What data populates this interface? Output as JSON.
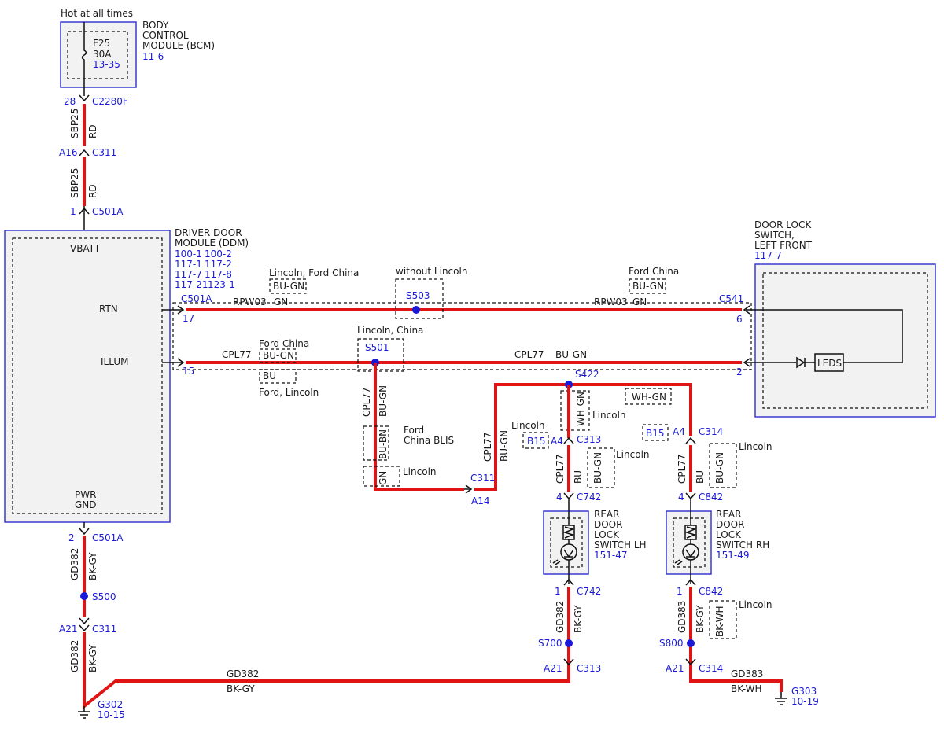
{
  "bcm": {
    "hot": "Hot at all times",
    "title": [
      "BODY",
      "CONTROL",
      "MODULE (BCM)"
    ],
    "ref": "11-6",
    "fuse": "F25",
    "amp": "30A",
    "fuse_ref": "13-35"
  },
  "ddm": {
    "title": [
      "DRIVER DOOR",
      "MODULE (DDM)"
    ],
    "refs": [
      "100-1",
      "100-2",
      "117-1",
      "117-2",
      "117-7",
      "117-8",
      "117-21",
      "123-1"
    ],
    "pins": {
      "vbatt": "VBATT",
      "rtn": "RTN",
      "illum": "ILLUM",
      "pwr": "PWR",
      "gnd": "GND"
    }
  },
  "dls": {
    "title": [
      "DOOR LOCK",
      "SWITCH,",
      "LEFT FRONT"
    ],
    "ref": "117-7",
    "leds": "LEDS"
  },
  "rdl_lh": {
    "title": [
      "REAR",
      "DOOR",
      "LOCK",
      "SWITCH LH"
    ],
    "ref": "151-47"
  },
  "rdl_rh": {
    "title": [
      "REAR",
      "DOOR",
      "LOCK",
      "SWITCH RH"
    ],
    "ref": "151-49"
  },
  "conn": {
    "c2280f_pin": "28",
    "c2280f": "C2280F",
    "c311_pin": "A16",
    "c311": "C311",
    "c501a_top_pin": "1",
    "c501a": "C501A",
    "rtn_pin": "17",
    "illum_pin": "15",
    "c541": "C541",
    "c541_pin6": "6",
    "c541_pin2": "2",
    "gnd_pin": "2",
    "s500": "S500",
    "c311_low_pin": "A21",
    "g302": "G302",
    "g302_ref": "10-15",
    "s503": "S503",
    "s501": "S501",
    "s422": "S422",
    "c311_mid": "C311",
    "a14": "A14",
    "a4": "A4",
    "c313": "C313",
    "c314": "C314",
    "b15": "B15",
    "pin4": "4",
    "c742": "C742",
    "c842": "C842",
    "pin1": "1",
    "s700": "S700",
    "s800": "S800",
    "a21": "A21",
    "g303": "G303",
    "g303_ref": "10-19"
  },
  "wires": {
    "sbp25": "SBP25",
    "rd": "RD",
    "rpw03": "RPW03",
    "gn": "GN",
    "bu_gn": "BU-GN",
    "cpl77": "CPL77",
    "bu": "BU",
    "wh_gn": "WH-GN",
    "bu_bn": "BU-BN",
    "gd382": "GD382",
    "bk_gy": "BK-GY",
    "gd383": "GD383",
    "bk_wh": "BK-WH"
  },
  "notes": {
    "lincoln_ford_china": "Lincoln, Ford China",
    "without_lincoln": "without Lincoln",
    "ford_china": "Ford China",
    "lincoln_china": "Lincoln, China",
    "ford_lincoln": "Ford, Lincoln",
    "ford": "Ford",
    "china_blis": "China BLIS",
    "lincoln": "Lincoln"
  }
}
